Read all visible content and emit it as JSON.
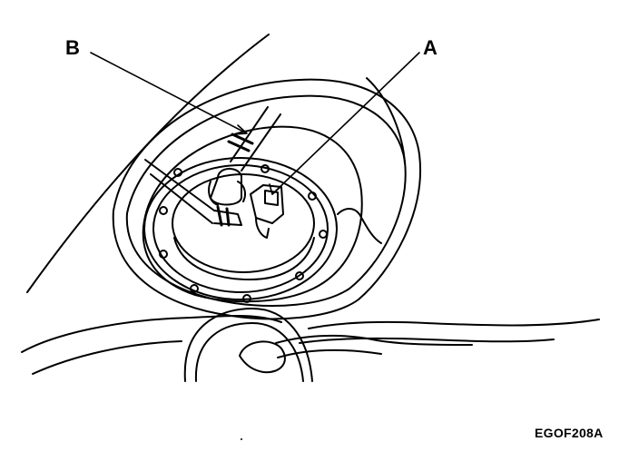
{
  "callouts": {
    "b": "B",
    "a": "A"
  },
  "figure_code": "EGOF208A",
  "colors": {
    "ink": "#000000",
    "paper": "#ffffff"
  }
}
